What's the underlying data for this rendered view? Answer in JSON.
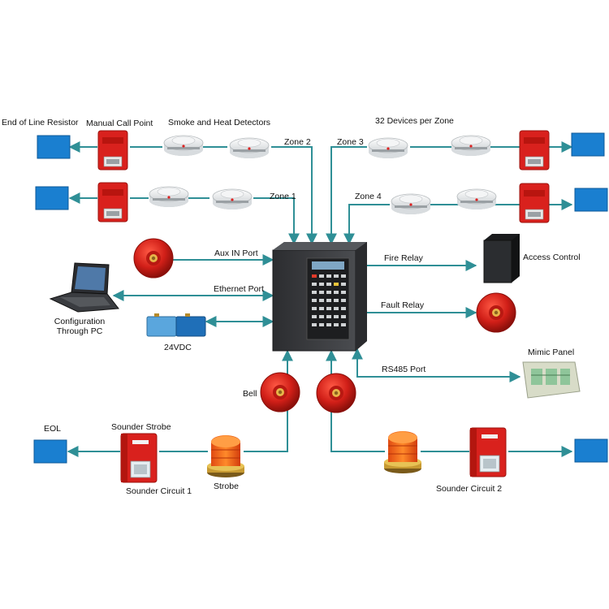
{
  "colors": {
    "connector": "#2f8f96",
    "resistor_box": "#1a7fd0",
    "device_red": "#d9211d",
    "panel_dark": "#3b3d40",
    "background": "#ffffff"
  },
  "labels": {
    "end_of_line_resistor": "End of Line Resistor",
    "manual_call_point": "Manual Call Point",
    "smoke_heat_detectors": "Smoke and Heat Detectors",
    "devices_per_zone": "32 Devices per Zone",
    "zone_1": "Zone 1",
    "zone_2": "Zone 2",
    "zone_3": "Zone 3",
    "zone_4": "Zone 4",
    "aux_in_port": "Aux IN Port",
    "ethernet_port": "Ethernet Port",
    "configuration_pc": "Configuration Through PC",
    "dc_supply": "24VDC",
    "fire_relay": "Fire Relay",
    "access_control": "Access Control",
    "fault_relay": "Fault Relay",
    "rs485_port": "RS485 Port",
    "mimic_panel": "Mimic Panel",
    "bell": "Bell",
    "eol": "EOL",
    "sounder_strobe": "Sounder Strobe",
    "sounder_circuit_1": "Sounder Circuit 1",
    "strobe": "Strobe",
    "sounder_circuit_2": "Sounder Circuit 2"
  },
  "icons": {
    "resistor": "blue-box-icon",
    "call_point": "manual-call-point-icon",
    "detector": "smoke-detector-icon",
    "bell": "fire-bell-icon",
    "laptop": "laptop-icon",
    "battery": "battery-icon",
    "server": "access-control-unit-icon",
    "mimic": "mimic-panel-icon",
    "strobe": "strobe-beacon-icon",
    "sounder": "sounder-strobe-icon",
    "panel": "fire-alarm-control-panel-icon"
  }
}
